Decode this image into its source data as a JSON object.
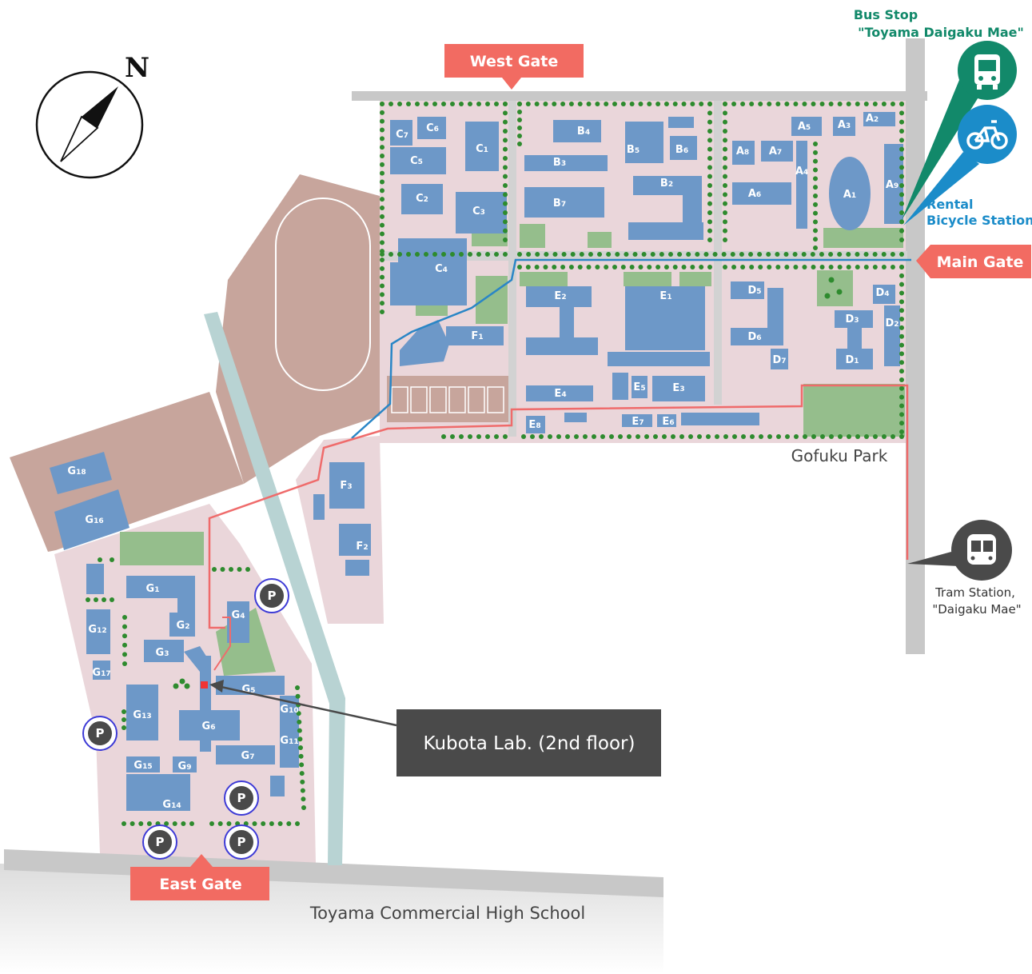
{
  "compass": {
    "north_label": "N",
    "icon": "compass-icon"
  },
  "gates": {
    "west": "West Gate",
    "main": "Main Gate",
    "east": "East Gate"
  },
  "bus_stop": {
    "line1": "Bus Stop",
    "line2": "\"Toyama Daigaku Mae\"",
    "icon": "bus-icon",
    "color": "#12896a"
  },
  "bicycle": {
    "line1": "Rental",
    "line2": "Bicycle Station",
    "icon": "bicycle-icon",
    "color": "#1b8cc9"
  },
  "tram": {
    "line1": "Tram Station,",
    "line2": "\"Daigaku Mae\"",
    "icon": "tram-icon"
  },
  "park_label": "Gofuku Park",
  "school_label": "Toyama Commercial High School",
  "callout": {
    "label": "Kubota Lab. (2nd floor)"
  },
  "parking_label": "P",
  "colors": {
    "building": "#6d98c8",
    "campus": "#ead6da",
    "field": "#c7a59c",
    "route_red": "#ef6b6b",
    "route_blue": "#2a86c6",
    "gate": "#f26b62"
  },
  "buildings": {
    "A1": "A1",
    "A2": "A2",
    "A3": "A3",
    "A4": "A4",
    "A5": "A5",
    "A6": "A6",
    "A7": "A7",
    "A8": "A8",
    "A9": "A9",
    "B2": "B2",
    "B3": "B3",
    "B4": "B4",
    "B5": "B5",
    "B6": "B6",
    "B7": "B7",
    "C1": "C1",
    "C2": "C2",
    "C3": "C3",
    "C4": "C4",
    "C5": "C5",
    "C6": "C6",
    "C7": "C7",
    "D1": "D1",
    "D2": "D2",
    "D3": "D3",
    "D4": "D4",
    "D5": "D5",
    "D6": "D6",
    "D7": "D7",
    "E1": "E1",
    "E2": "E2",
    "E3": "E3",
    "E4": "E4",
    "E5": "E5",
    "E6": "E6",
    "E7": "E7",
    "E8": "E8",
    "F1": "F1",
    "F2": "F2",
    "F3": "F3",
    "G1": "G1",
    "G2": "G2",
    "G3": "G3",
    "G4": "G4",
    "G5": "G5",
    "G6": "G6",
    "G7": "G7",
    "G9": "G9",
    "G10": "G10",
    "G11": "G11",
    "G12": "G12",
    "G13": "G13",
    "G14": "G14",
    "G15": "G15",
    "G16": "G16",
    "G17": "G17",
    "G18": "G18"
  }
}
